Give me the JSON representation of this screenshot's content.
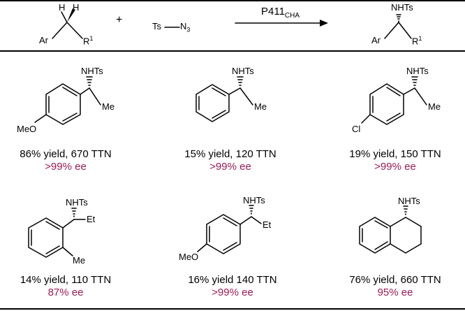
{
  "reaction": {
    "sm_h1": "H",
    "sm_h2": "H",
    "sm_ar": "Ar",
    "sm_r": "R",
    "sm_r_sup": "1",
    "plus": "+",
    "reagent_ts": "Ts",
    "reagent_n": "N",
    "reagent_n_sub": "3",
    "catalyst": "P411",
    "catalyst_sub": "CHA",
    "prod_nhts": "NHTs",
    "prod_ar": "Ar",
    "prod_r": "R",
    "prod_r_sup": "1"
  },
  "products": [
    {
      "nh": "NHTs",
      "subst": "Me",
      "ring_sub": "MeO",
      "yield": "86% yield, 670 TTN",
      "ee": ">99% ee"
    },
    {
      "nh": "NHTs",
      "subst": "Me",
      "ring_sub": "",
      "yield": "15% yield, 120 TTN",
      "ee": ">99% ee"
    },
    {
      "nh": "NHTs",
      "subst": "Me",
      "ring_sub": "Cl",
      "yield": "19% yield, 150 TTN",
      "ee": ">99% ee"
    },
    {
      "nh": "NHTs",
      "subst": "Et",
      "ring_sub": "Me",
      "yield": "14% yield, 110 TTN",
      "ee": "87% ee"
    },
    {
      "nh": "NHTs",
      "subst": "Et",
      "ring_sub": "MeO",
      "yield": "16% yield 140 TTN",
      "ee": ">99% ee"
    },
    {
      "nh": "NHTs",
      "subst": "",
      "ring_sub": "",
      "yield": "76% yield, 660 TTN",
      "ee": "95% ee"
    }
  ],
  "colors": {
    "ee": "#9c1c56",
    "line": "#000000"
  }
}
